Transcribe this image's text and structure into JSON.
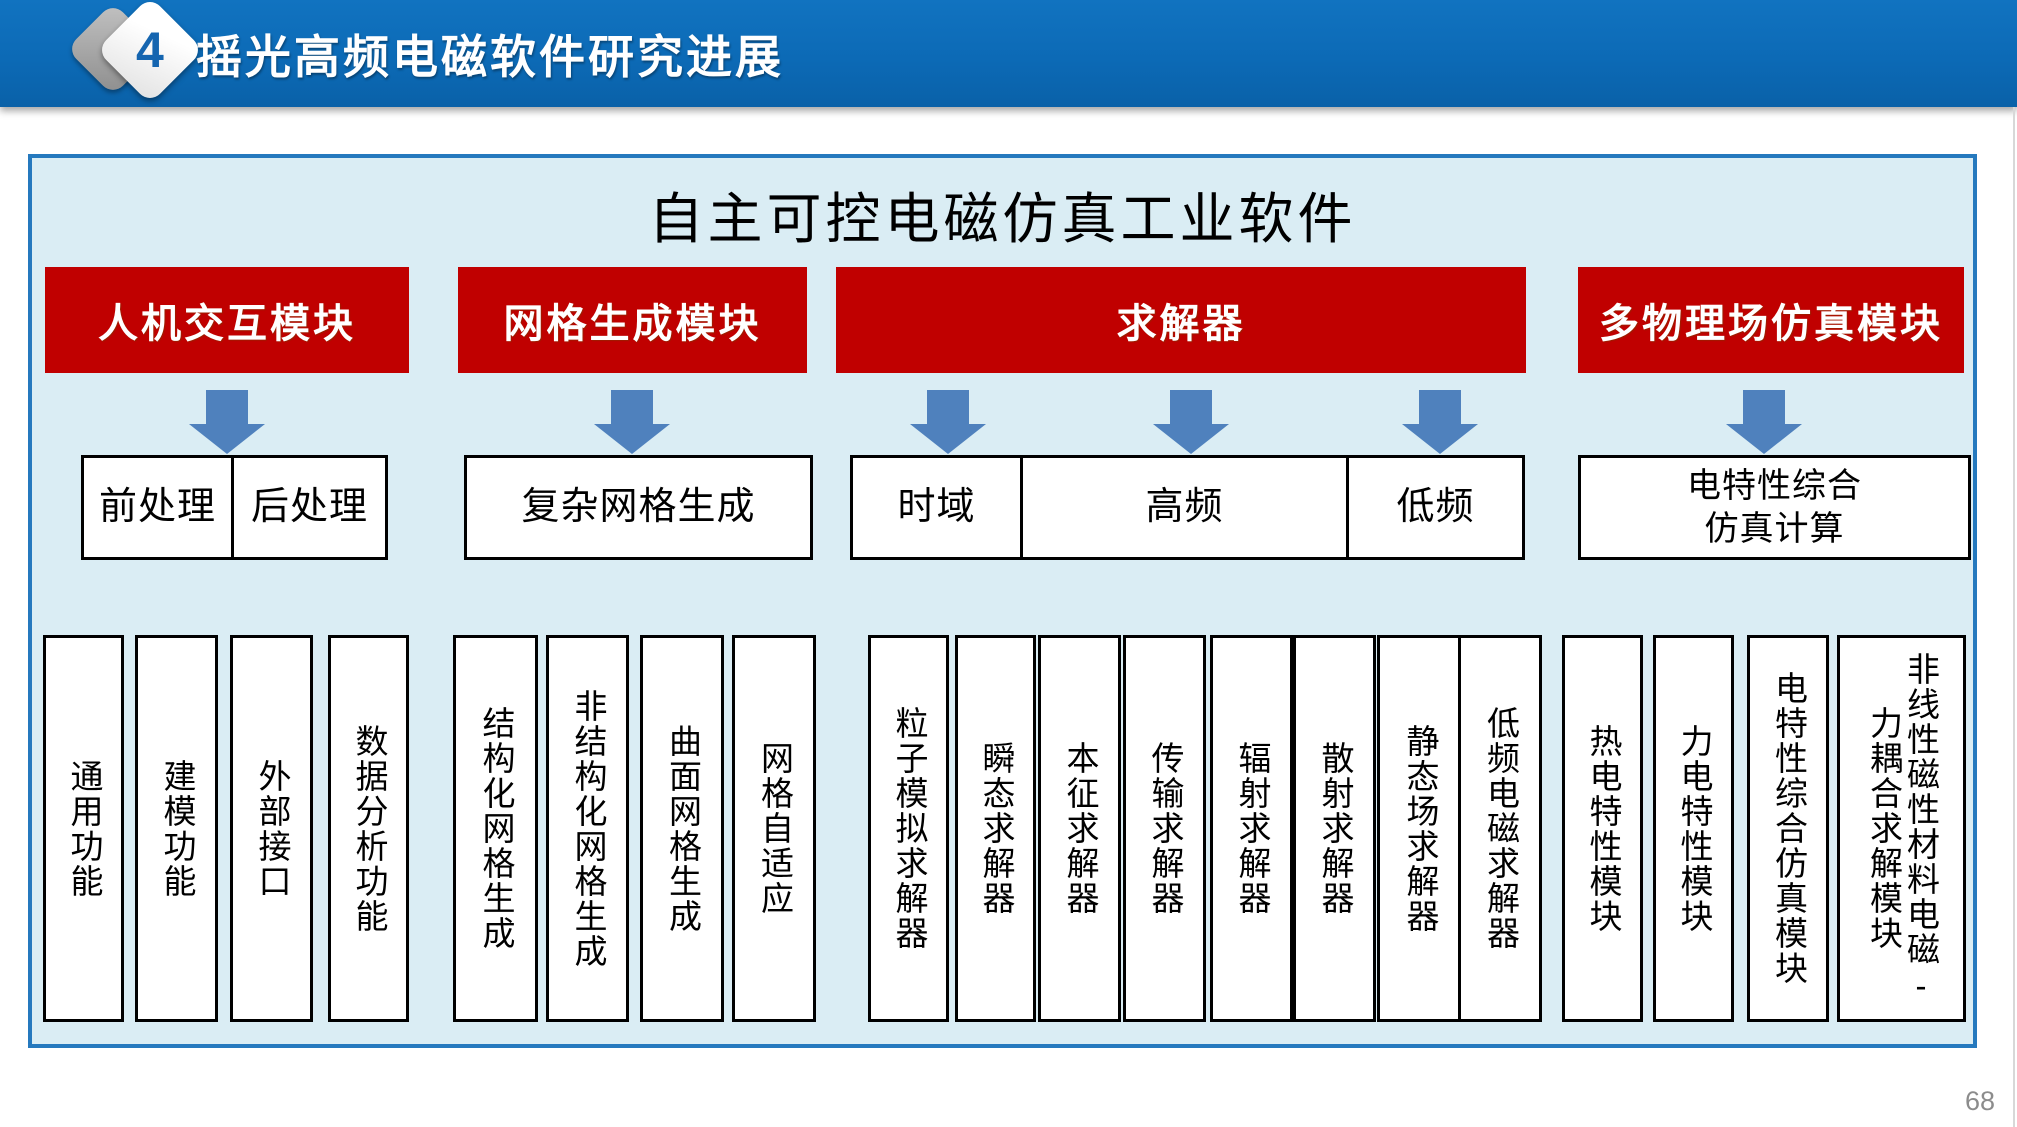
{
  "header": {
    "badge_number": "4",
    "title": "摇光高频电磁软件研究进展"
  },
  "panel": {
    "title": "自主可控电磁仿真工业软件",
    "modules": [
      {
        "id": "hmi",
        "label": "人机交互模块",
        "cells": [
          "前处理",
          "后处理"
        ],
        "columns": [
          "通用功能",
          "建模功能",
          "外部接口",
          "数据分析功能"
        ]
      },
      {
        "id": "mesh",
        "label": "网格生成模块",
        "cells": [
          "复杂网格生成"
        ],
        "columns": [
          "结构化网格生成",
          "非结构化网格生成",
          "曲面网格生成",
          "网格自适应"
        ]
      },
      {
        "id": "solver",
        "label": "求解器",
        "cells": [
          "时域",
          "高频",
          "低频"
        ],
        "columns": [
          "粒子模拟求解器",
          "瞬态求解器",
          "本征求解器",
          "传输求解器",
          "辐射求解器",
          "散射求解器",
          "静态场求解器",
          "低频电磁求解器"
        ]
      },
      {
        "id": "multiphysics",
        "label": "多物理场仿真模块",
        "cells": [
          "电特性综合\n仿真计算"
        ],
        "columns": [
          "热电特性模块",
          "力电特性模块",
          "电特性综合仿真模块",
          "非线性磁性材料电磁-力耦合求解模块"
        ]
      }
    ]
  },
  "page_number": "68",
  "colors": {
    "header_blue": "#0c6ab6",
    "module_red": "#c00000",
    "arrow_blue": "#4f81bd",
    "panel_background": "#daedf4",
    "panel_border": "#2579be",
    "page_number_gray": "#8c8c8c"
  }
}
